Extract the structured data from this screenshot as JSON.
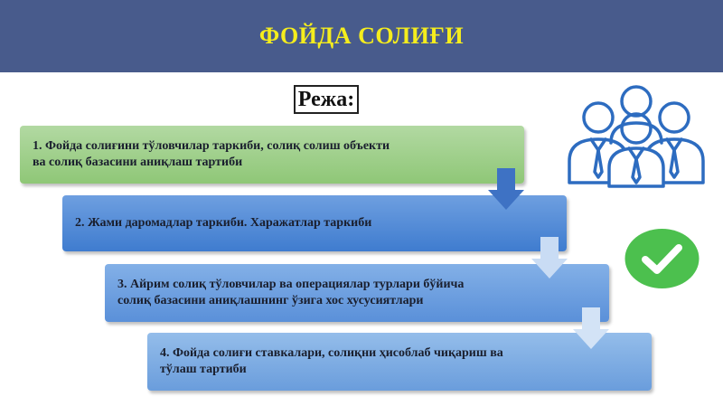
{
  "header": {
    "title": "ФОЙДА СОЛИҒИ",
    "background": "#485b8c",
    "title_color": "#f5ed1d"
  },
  "plan": {
    "label": "Режа:"
  },
  "steps": [
    {
      "text": "1. Фойда солиғини тўловчилар таркиби, солиқ солиш объекти\nва солиқ базасини аниқлаш тартиби",
      "color": "#9fd08a"
    },
    {
      "text": "2. Жами даромадлар таркиби. Харажатлар таркиби",
      "color": "#4f86d6"
    },
    {
      "text": "3. Айрим солиқ тўловчилар ва операциялар турлари бўйича\nсолиқ базасини аниқлашнинг ўзига хос хусусиятлари",
      "color": "#6a9ddc"
    },
    {
      "text": "4. Фойда солиғи ставкалари, солиқни ҳисоблаб чиқариш ва\nтўлаш тартиби",
      "color": "#7eaae3"
    }
  ],
  "icons": {
    "people": "people-group-icon",
    "check": "check-circle-icon",
    "check_color": "#4cc04e"
  }
}
